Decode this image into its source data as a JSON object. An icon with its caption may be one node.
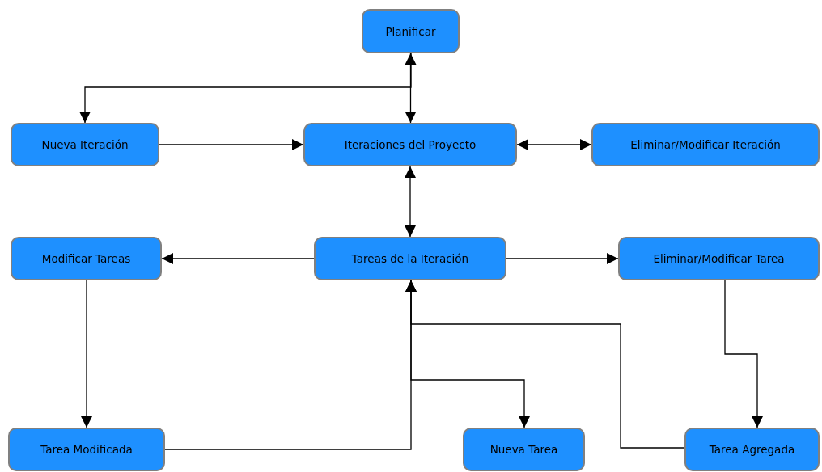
{
  "diagram": {
    "nodes": [
      {
        "text": [
          "Planificar"
        ]
      },
      {
        "text": [
          "Nueva Iteración"
        ]
      },
      {
        "text": [
          "Iteraciones del Proyecto"
        ]
      },
      {
        "text": [
          "Eliminar/Modificar Iteración"
        ]
      },
      {
        "text": [
          "Modificar Tareas"
        ]
      },
      {
        "text": [
          "Tareas de la Iteración"
        ]
      },
      {
        "text": [
          "Eliminar/Modificar Tarea"
        ]
      },
      {
        "text": [
          "Tarea Modificada"
        ]
      },
      {
        "text": [
          "Nueva Tarea"
        ]
      },
      {
        "text": [
          "Tarea Agregada"
        ]
      }
    ],
    "edges": [
      {
        "from": 0,
        "to": 2,
        "arrow": "both"
      },
      {
        "from": 0,
        "to": 1,
        "arrow": "to"
      },
      {
        "from": 1,
        "to": 2,
        "arrow": "to"
      },
      {
        "from": 2,
        "to": 3,
        "arrow": "both"
      },
      {
        "from": 2,
        "to": 5,
        "arrow": "both"
      },
      {
        "from": 5,
        "to": 4,
        "arrow": "to"
      },
      {
        "from": 5,
        "to": 6,
        "arrow": "to"
      },
      {
        "from": 4,
        "to": 7,
        "arrow": "to"
      },
      {
        "from": 7,
        "to": 5,
        "arrow": "to"
      },
      {
        "from": 5,
        "to": 8,
        "arrow": "to"
      },
      {
        "from": 9,
        "to": 5,
        "arrow": "to"
      },
      {
        "from": 6,
        "to": 9,
        "arrow": "to"
      }
    ]
  }
}
